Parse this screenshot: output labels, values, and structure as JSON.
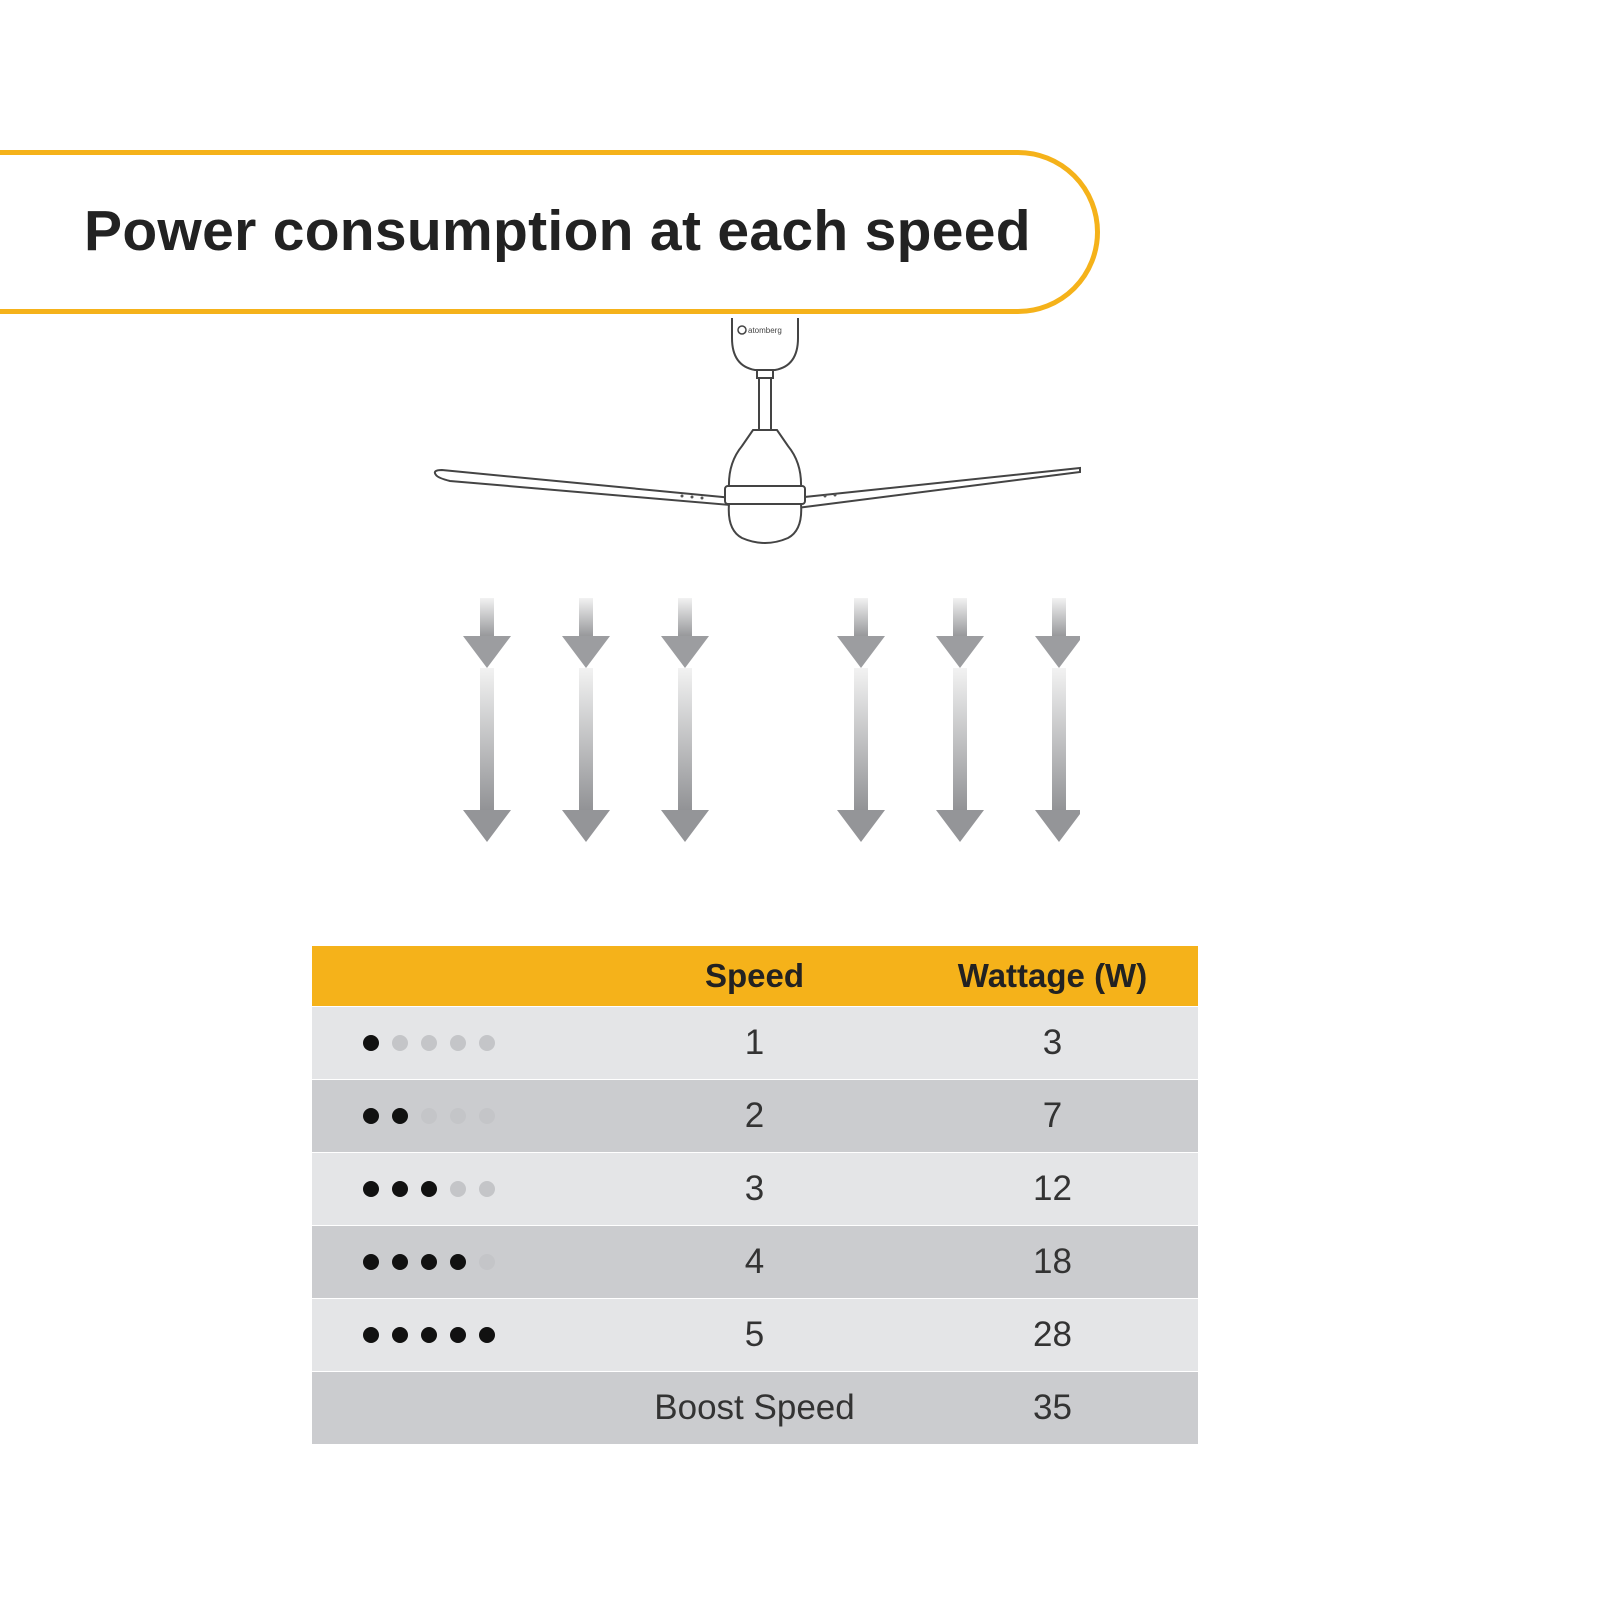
{
  "title": "Power consumption at each speed",
  "brand_text": "atomberg",
  "colors": {
    "accent": "#f5b21a",
    "row_light": "#e4e5e7",
    "row_dark": "#cbcccf",
    "dot_on": "#111111",
    "dot_off": "#c4c5c8"
  },
  "table": {
    "headers": [
      "",
      "Speed",
      "Wattage (W)"
    ],
    "rows": [
      {
        "level": 1,
        "speed": "1",
        "wattage": "3"
      },
      {
        "level": 2,
        "speed": "2",
        "wattage": "7"
      },
      {
        "level": 3,
        "speed": "3",
        "wattage": "12"
      },
      {
        "level": 4,
        "speed": "4",
        "wattage": "18"
      },
      {
        "level": 5,
        "speed": "5",
        "wattage": "28"
      },
      {
        "level": 0,
        "speed": "Boost Speed",
        "wattage": "35"
      }
    ]
  }
}
